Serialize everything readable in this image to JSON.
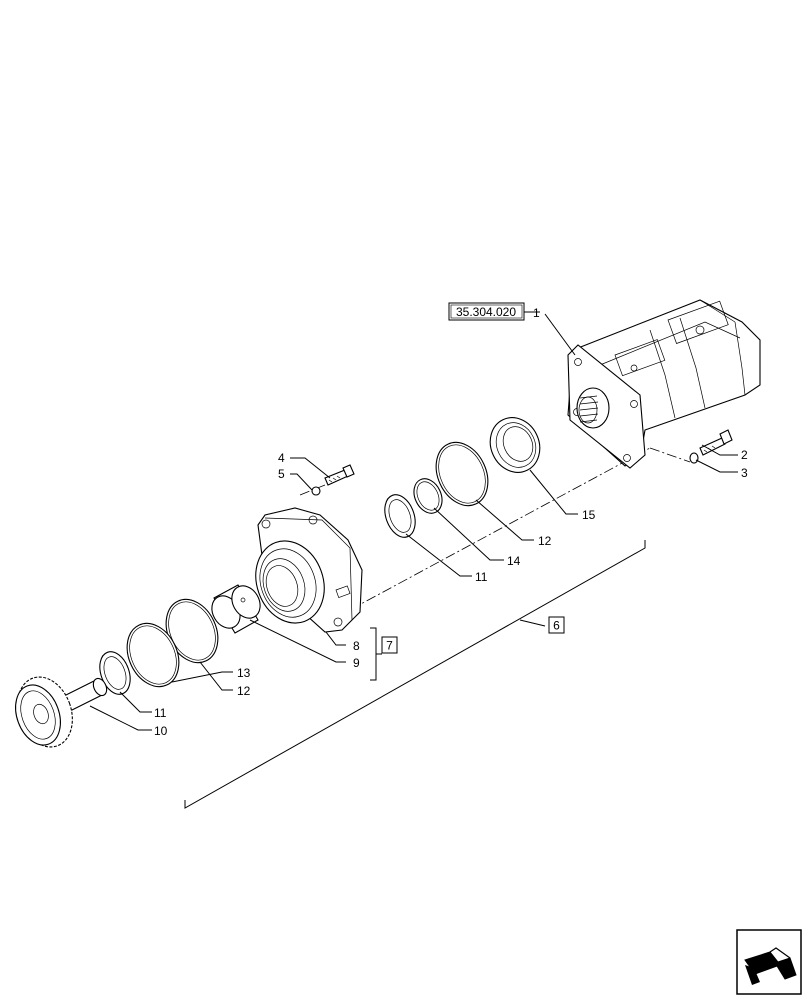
{
  "reference": {
    "code": "35.304.020"
  },
  "callouts": {
    "c1": "1",
    "c2": "2",
    "c3": "3",
    "c4": "4",
    "c5": "5",
    "c6": "6",
    "c7": "7",
    "c8": "8",
    "c9": "9",
    "c10": "10",
    "c11a": "11",
    "c11b": "11",
    "c12a": "12",
    "c12b": "12",
    "c13": "13",
    "c14": "14",
    "c15": "15"
  },
  "nav_icon": "previous-page-arrow-icon"
}
